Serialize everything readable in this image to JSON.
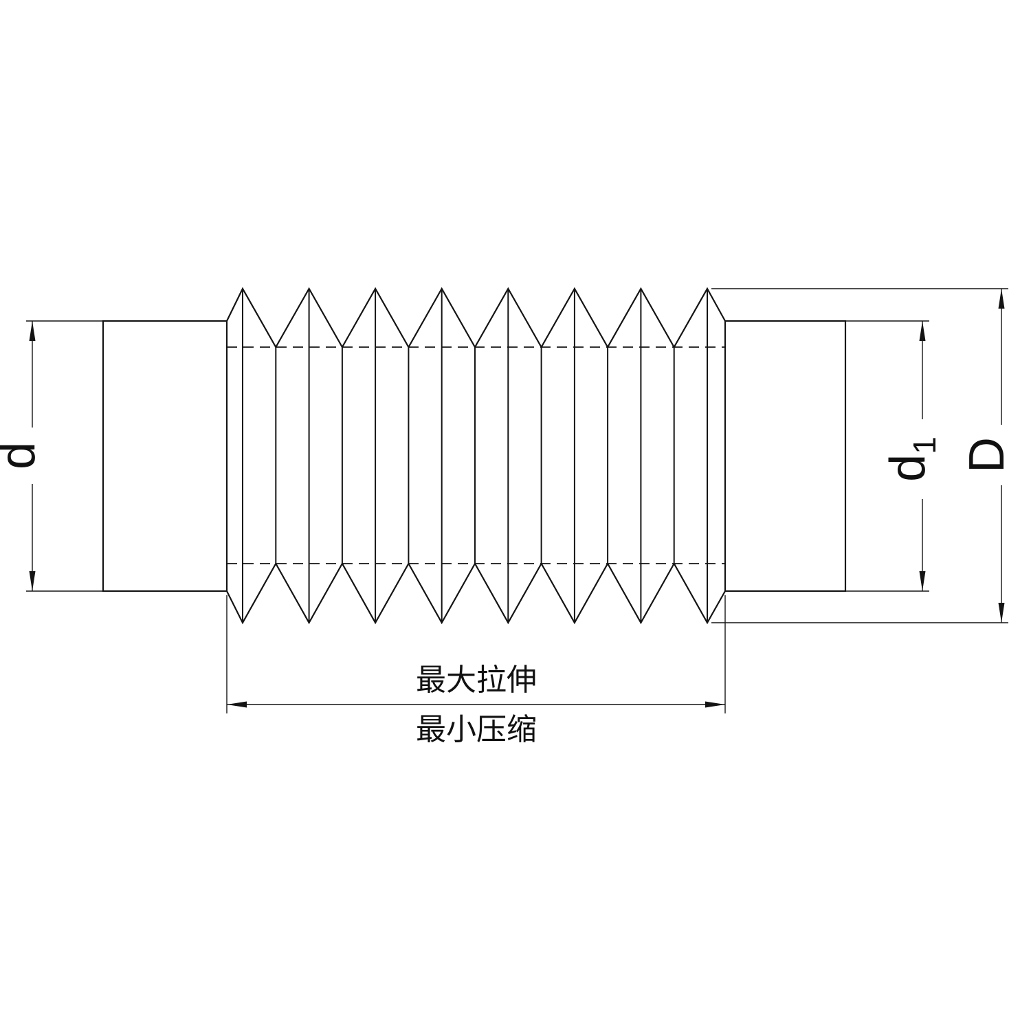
{
  "labels": {
    "d": "d",
    "d1_base": "d",
    "d1_sub": "1",
    "D": "D",
    "max_stretch": "最大拉伸",
    "min_compression": "最小压缩"
  },
  "colors": {
    "line": "#141414",
    "background": "#ffffff"
  }
}
